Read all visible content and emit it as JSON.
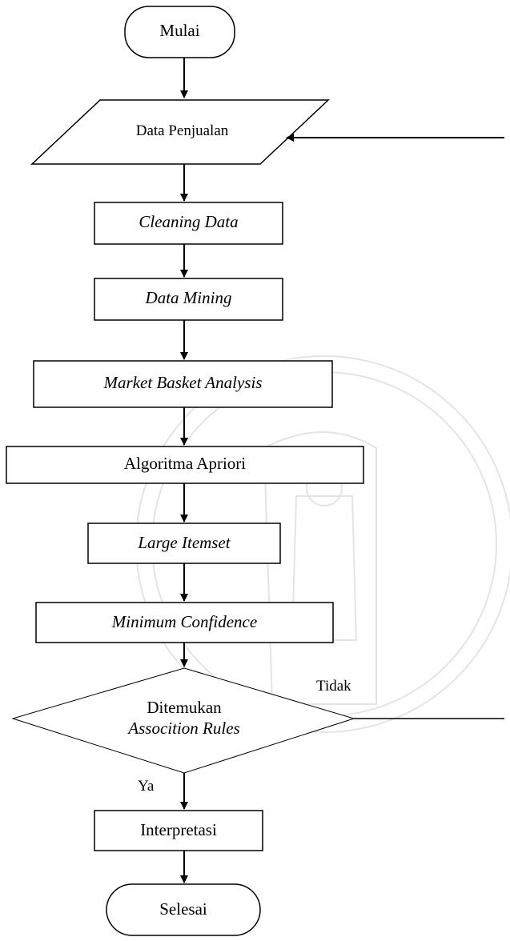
{
  "diagram": {
    "start": "Mulai",
    "input": "Data Penjualan",
    "steps": [
      "Cleaning Data",
      "Data Mining",
      "Market Basket Analysis",
      "Algoritma Apriori",
      "Large Itemset",
      "Minimum Confidence"
    ],
    "decision": {
      "line1": "Ditemukan",
      "line2": "Assocition Rules",
      "no_label": "Tidak",
      "yes_label": "Ya"
    },
    "output": "Interpretasi",
    "end": "Selesai"
  },
  "colors": {
    "stroke": "#000000",
    "background": "#ffffff",
    "watermark": "#c8c8c8"
  }
}
